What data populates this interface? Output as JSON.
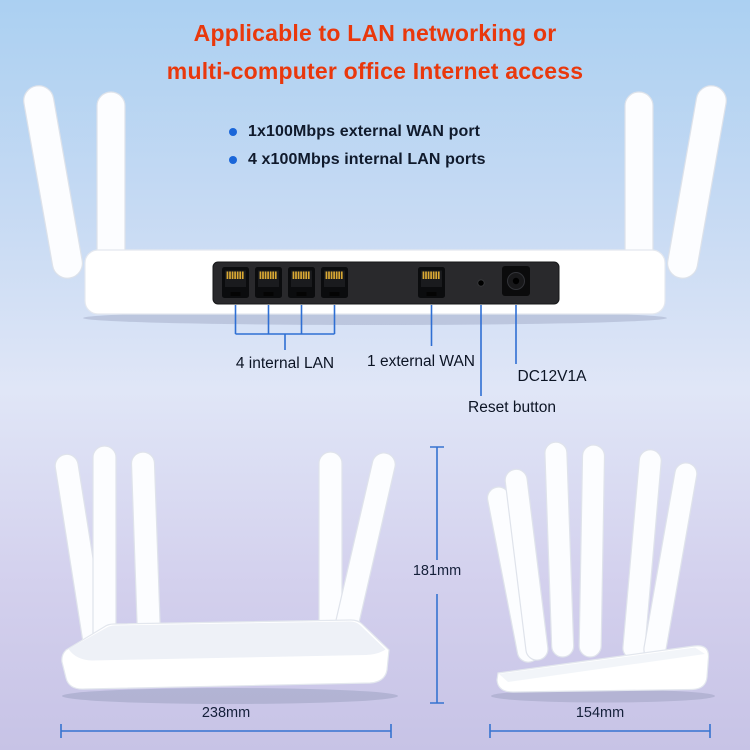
{
  "title": {
    "line1": "Applicable to LAN networking or",
    "line2": "multi-computer office Internet access"
  },
  "features": [
    "1x100Mbps external WAN port",
    "4 x100Mbps internal LAN ports"
  ],
  "port_labels": {
    "lan": "4 internal LAN",
    "wan": "1 external WAN",
    "power": "DC12V1A",
    "reset": "Reset button"
  },
  "dimensions": {
    "height": "181mm",
    "width": "238mm",
    "depth": "154mm"
  },
  "colors": {
    "headline": "#e9380c",
    "bullet": "#1a66d9",
    "dimension_line": "#3673d0",
    "body_text": "#101a2c",
    "port_pins": "#d9a833"
  }
}
